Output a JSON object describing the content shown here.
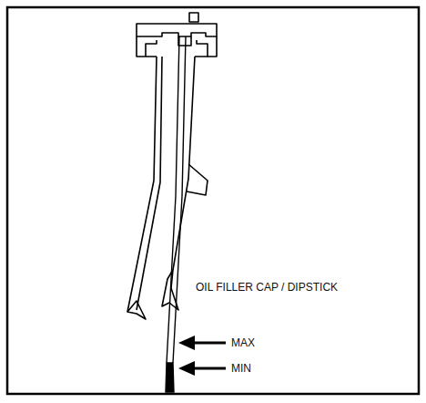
{
  "diagram": {
    "labels": [
      "OIL FILLER CAP / DIPSTICK",
      "MAX",
      "MIN"
    ]
  }
}
